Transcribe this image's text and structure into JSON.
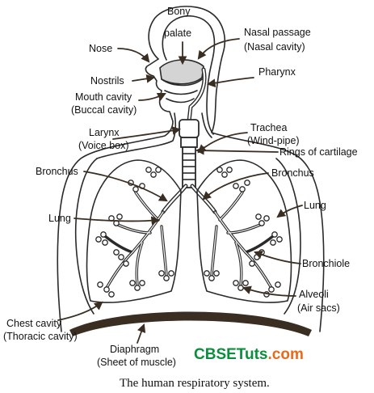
{
  "labels": {
    "bony_palate_1": "Bony",
    "bony_palate_2": "palate",
    "nose": "Nose",
    "nasal_passage_1": "Nasal passage",
    "nasal_passage_2": "(Nasal cavity)",
    "nostrils": "Nostrils",
    "pharynx": "Pharynx",
    "mouth_cavity_1": "Mouth cavity",
    "mouth_cavity_2": "(Buccal cavity)",
    "larynx_1": "Larynx",
    "larynx_2": "(Voice box)",
    "trachea_1": "Trachea",
    "trachea_2": "(Wind-pipe)",
    "rings": "Rings of cartilage",
    "bronchus_left": "Bronchus",
    "bronchus_right": "Bronchus",
    "lung_left": "Lung",
    "lung_right": "Lung",
    "bronchiole": "Bronchiole",
    "alveoli_1": "Alveoli",
    "alveoli_2": "(Air sacs)",
    "chest_cavity_1": "Chest cavity",
    "chest_cavity_2": "(Thoracic cavity)",
    "diaphragm_1": "Diaphragm",
    "diaphragm_2": "(Sheet of muscle)"
  },
  "watermark": {
    "part1": "CBSE",
    "part2": "Tuts",
    "part3": ".com",
    "color1": "#0a8f3c",
    "color2": "#0a8f3c",
    "color3": "#e86a1a"
  },
  "caption": "The human respiratory system.",
  "colors": {
    "outline": "#2a2a2a",
    "pointer": "#3a2e22",
    "palate_fill": "#d4d4d4",
    "diaphragm_fill": "#3a2e22"
  }
}
